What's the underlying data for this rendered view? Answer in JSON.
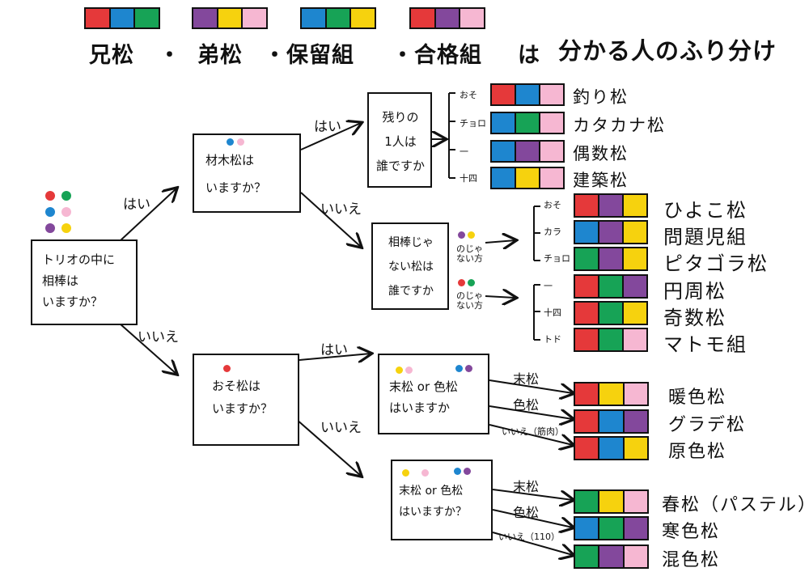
{
  "colors": {
    "red": "#e5393a",
    "blue": "#1e86cf",
    "green": "#17a356",
    "purple": "#83489c",
    "yellow": "#f6d20e",
    "pink": "#f6b7d2"
  },
  "header": {
    "brother": "兄松",
    "brother_dot": "・",
    "younger": "弟松",
    "younger_dot": "・保留組",
    "accepted_dot": "・合格組",
    "particle": "は",
    "tail": "分かる人のふり分け",
    "strips": [
      [
        "red",
        "blue",
        "green"
      ],
      [
        "purple",
        "yellow",
        "pink"
      ],
      [
        "blue",
        "green",
        "yellow"
      ],
      [
        "red",
        "purple",
        "pink"
      ]
    ]
  },
  "nodes": {
    "q_trio": "トリオの中に\n相棒は\nいますか？",
    "q_zaimoku": "材木松は\nいますか？",
    "q_remaining": "残りの\n1人は\n誰ですか",
    "q_partner": "相棒じゃ\nない松は\n誰ですか",
    "q_oso": "おそ松は\nいますか？",
    "q_sue_upper": "末松 or 色松\nはいますか",
    "q_sue_lower": "末松 or 色松\nはいますか？"
  },
  "edges": {
    "trio_yes": "はい",
    "trio_no": "いいえ",
    "zaimoku_yes": "はい",
    "zaimoku_no": "いいえ",
    "oso_yes": "はい",
    "oso_no": "いいえ",
    "partner_not_purple_yellow": "のじゃない方",
    "partner_not_red_green": "のじゃない方",
    "upper_sue": "末松",
    "upper_iro": "色松",
    "upper_no": "いいえ（筋肉）",
    "lower_sue": "末松",
    "lower_iro": "色松",
    "lower_no": "いいえ（110）"
  },
  "results": {
    "remaining": [
      {
        "branch": "おそ",
        "colors": [
          "red",
          "blue",
          "pink"
        ],
        "name": "釣り松"
      },
      {
        "branch": "チョロ",
        "colors": [
          "blue",
          "green",
          "pink"
        ],
        "name": "カタカナ松"
      },
      {
        "branch": "一",
        "colors": [
          "blue",
          "purple",
          "pink"
        ],
        "name": "偶数松"
      },
      {
        "branch": "十四",
        "colors": [
          "blue",
          "yellow",
          "pink"
        ],
        "name": "建築松"
      }
    ],
    "partner_a": [
      {
        "branch": "おそ",
        "colors": [
          "red",
          "purple",
          "yellow"
        ],
        "name": "ひよこ松"
      },
      {
        "branch": "カラ",
        "colors": [
          "blue",
          "purple",
          "yellow"
        ],
        "name": "問題児組"
      },
      {
        "branch": "チョロ",
        "colors": [
          "green",
          "purple",
          "yellow"
        ],
        "name": "ピタゴラ松"
      }
    ],
    "partner_b": [
      {
        "branch": "一",
        "colors": [
          "red",
          "green",
          "purple"
        ],
        "name": "円周松"
      },
      {
        "branch": "十四",
        "colors": [
          "red",
          "green",
          "yellow"
        ],
        "name": "奇数松"
      },
      {
        "branch": "トド",
        "colors": [
          "red",
          "green",
          "pink"
        ],
        "name": "マトモ組"
      }
    ],
    "upper": [
      {
        "colors": [
          "red",
          "yellow",
          "pink"
        ],
        "name": "暖色松"
      },
      {
        "colors": [
          "red",
          "blue",
          "purple"
        ],
        "name": "グラデ松"
      },
      {
        "colors": [
          "red",
          "blue",
          "yellow"
        ],
        "name": "原色松"
      }
    ],
    "lower": [
      {
        "colors": [
          "green",
          "yellow",
          "pink"
        ],
        "name": "春松（パステル）"
      },
      {
        "colors": [
          "blue",
          "green",
          "purple"
        ],
        "name": "寒色松"
      },
      {
        "colors": [
          "green",
          "purple",
          "pink"
        ],
        "name": "混色松"
      }
    ]
  }
}
